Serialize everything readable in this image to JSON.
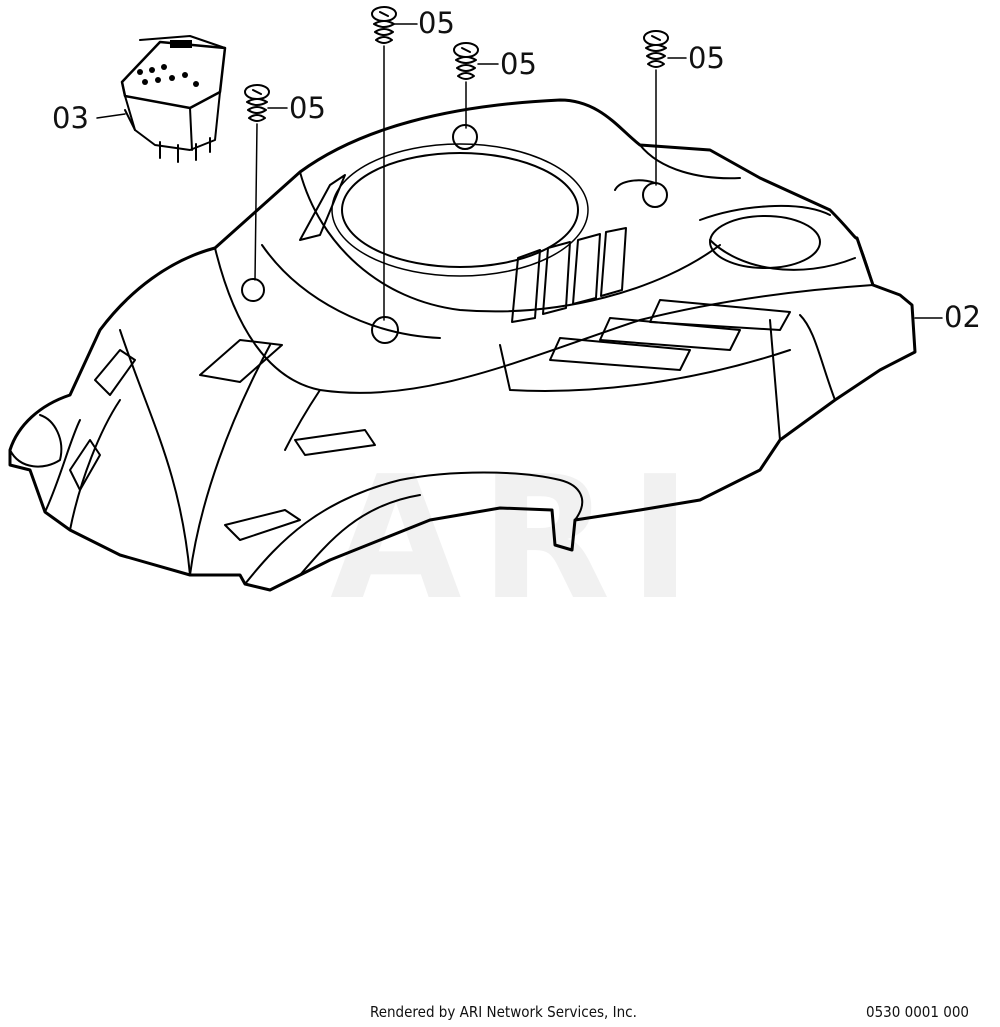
{
  "callouts": {
    "part_03": "03",
    "part_05_a": "05",
    "part_05_b": "05",
    "part_05_c": "05",
    "part_05_d": "05",
    "part_02": "02"
  },
  "watermark": "ARI",
  "footer": {
    "credit": "Rendered by ARI Network Services, Inc.",
    "diagram_number": "0530 0001 000"
  },
  "colors": {
    "line": "#000000",
    "background": "#ffffff"
  }
}
